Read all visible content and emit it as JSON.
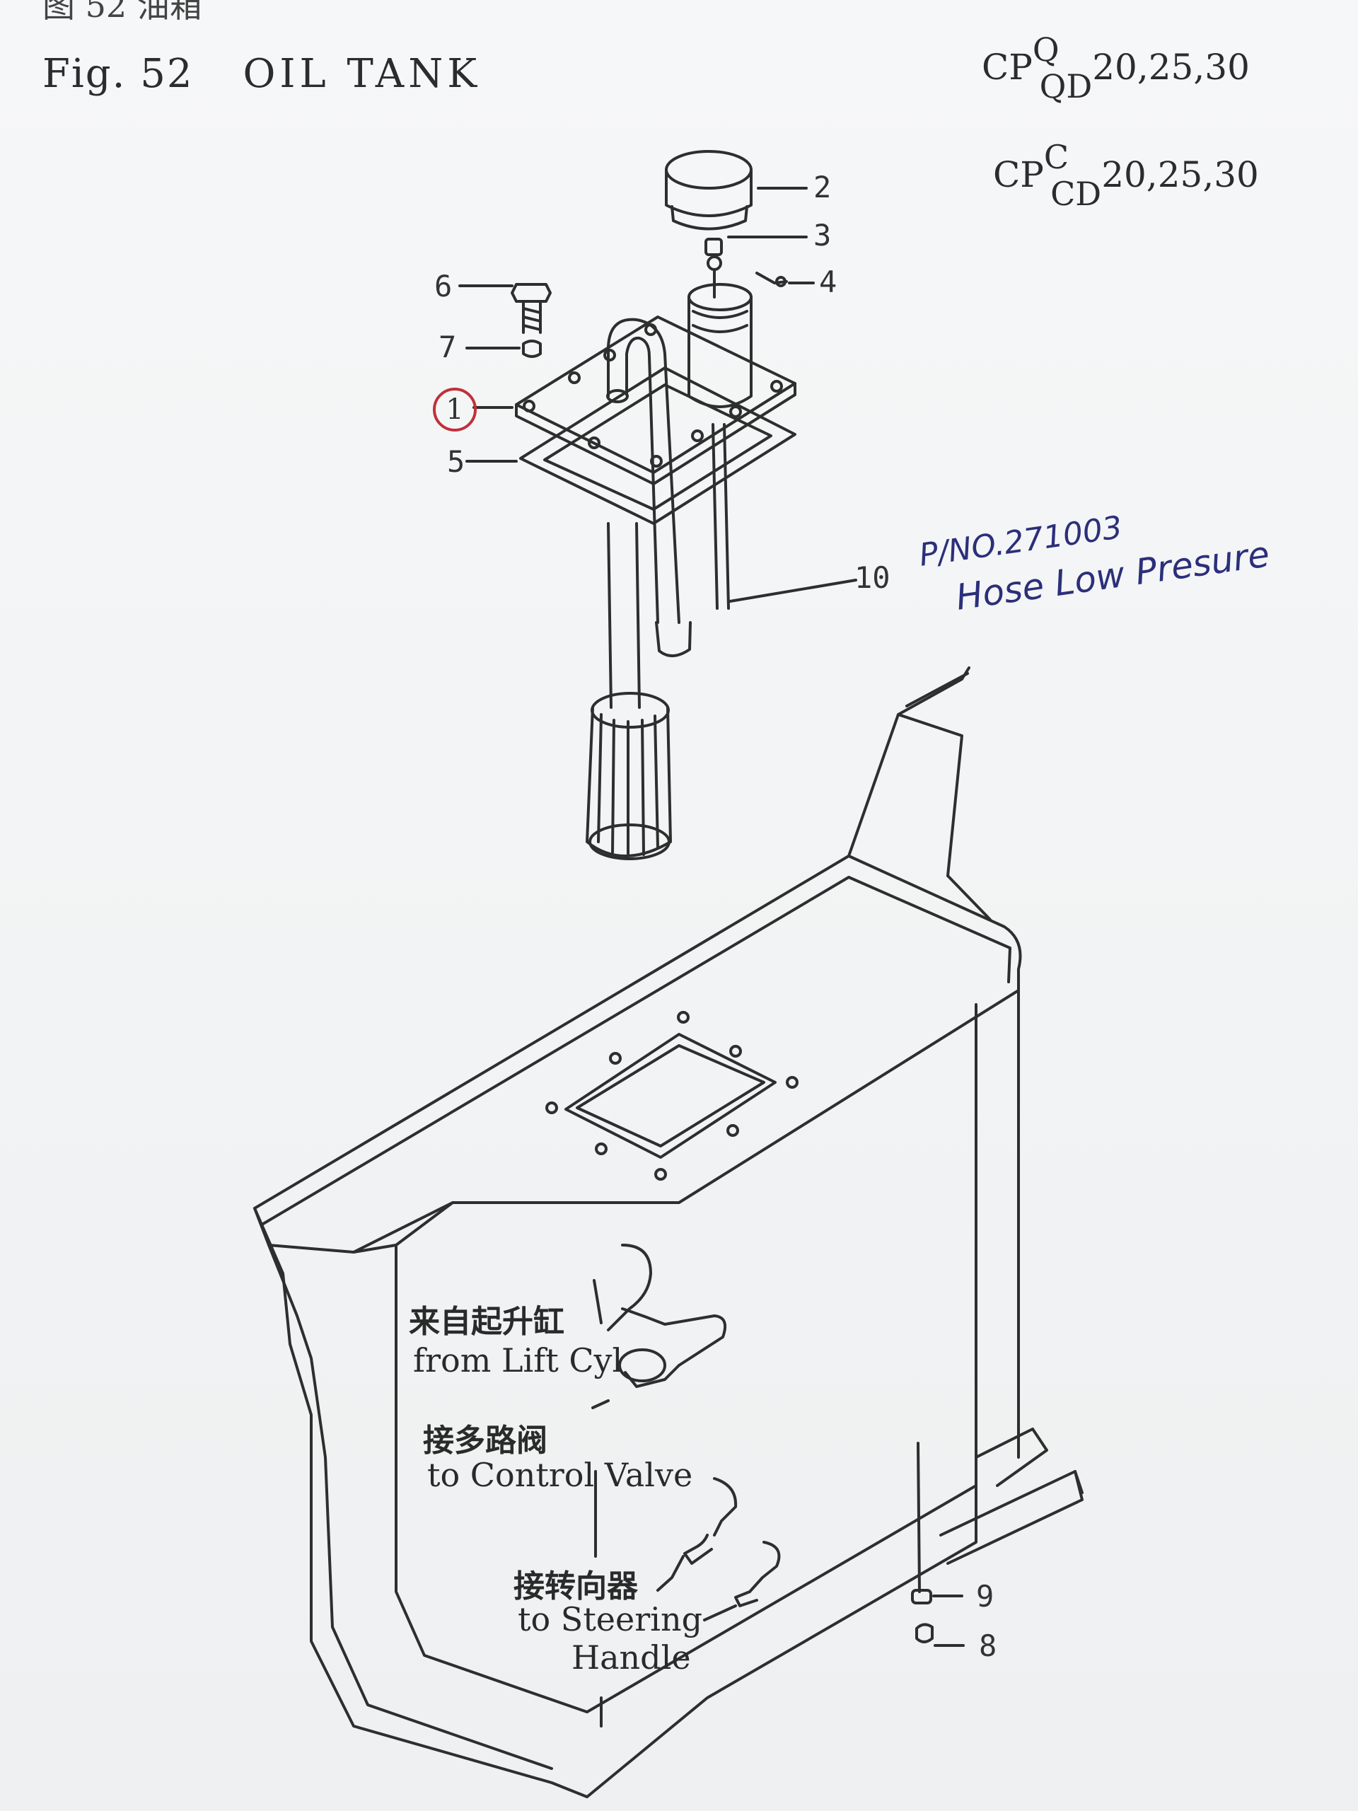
{
  "header": {
    "chinese_title": "图 52  油箱",
    "fig_number": "Fig. 52",
    "title": "OIL TANK"
  },
  "models": {
    "row1": {
      "prefix": "CP",
      "sup": "Q",
      "sub": "QD",
      "sizes": "20,25,30"
    },
    "row2": {
      "prefix": "CP",
      "sup": "C",
      "sub": "CD",
      "sizes": "20,25,30"
    }
  },
  "callouts": {
    "c1": "1",
    "c2": "2",
    "c3": "3",
    "c4": "4",
    "c5": "5",
    "c6": "6",
    "c7": "7",
    "c8": "8",
    "c9": "9",
    "c10": "10"
  },
  "handwritten_note": {
    "line1": "P/NO.271003",
    "line2": "Hose Low Presure"
  },
  "labels": {
    "lift_cn": "来自起升缸",
    "lift_en": "from Lift Cyl",
    "control_cn": "接多路阀",
    "control_en": "to Control Valve",
    "steer_cn": "接转向器",
    "steer_en1": "to Steering",
    "steer_en2": "Handle"
  },
  "colors": {
    "ink": "#2a2a2a",
    "highlight_circle": "#c0303a",
    "handwriting": "#2b2f7a"
  }
}
